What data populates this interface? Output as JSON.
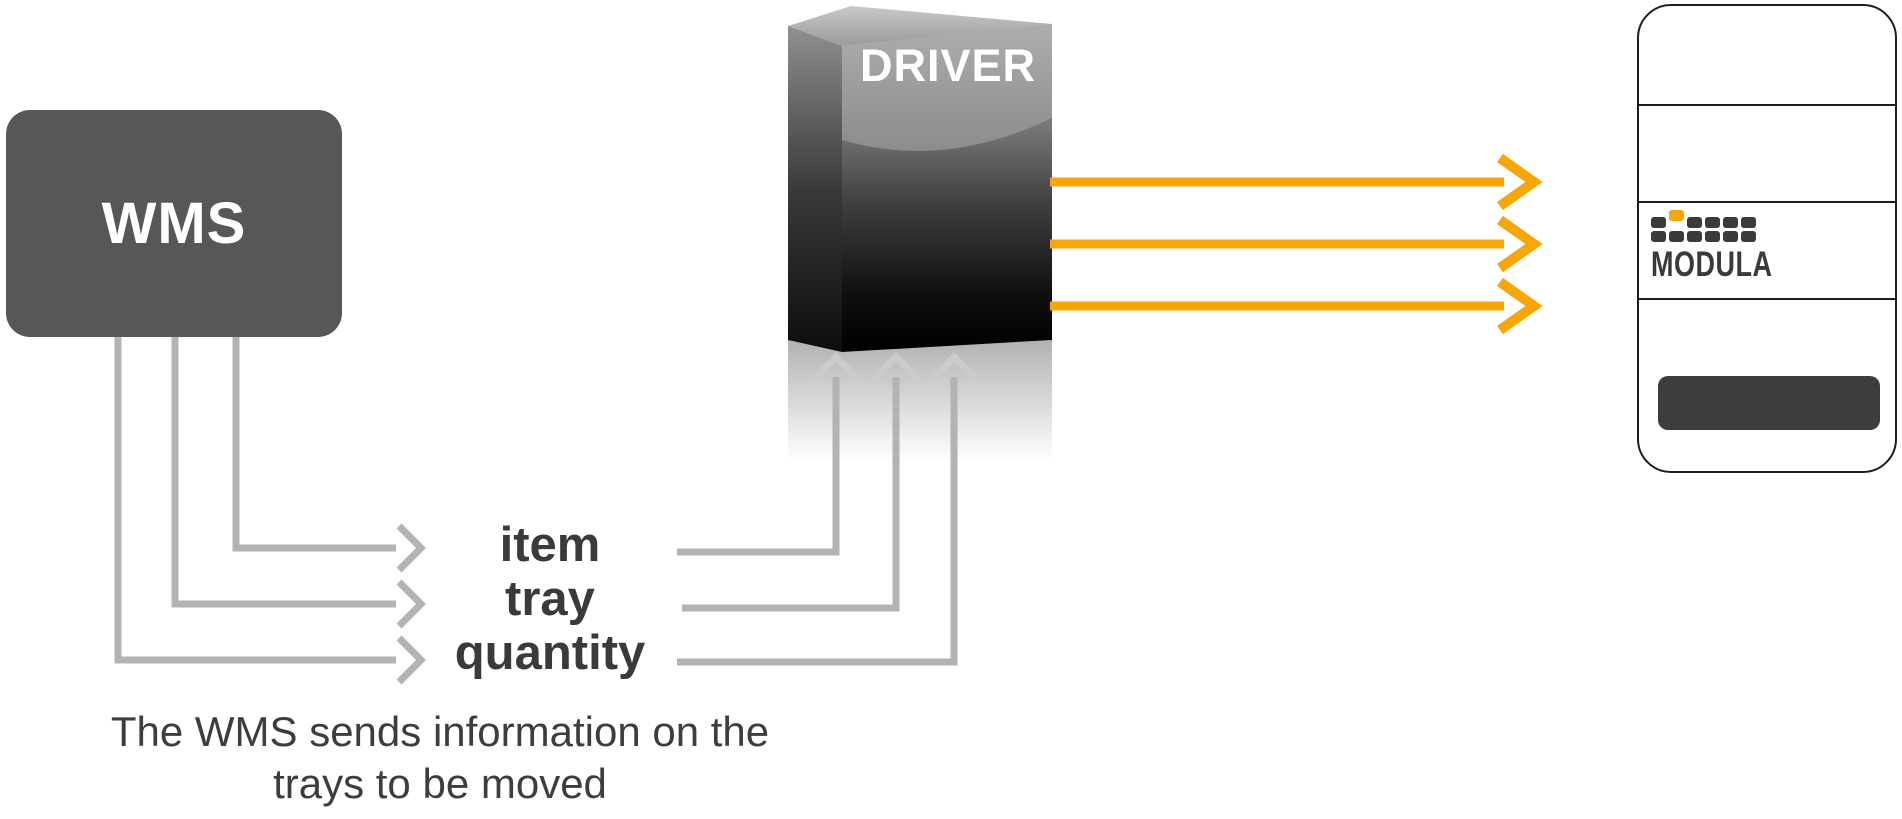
{
  "wms": {
    "label": "WMS"
  },
  "driver": {
    "label": "DRIVER"
  },
  "flow_labels": [
    {
      "text": "item"
    },
    {
      "text": "tray"
    },
    {
      "text": "quantity"
    }
  ],
  "caption": {
    "line1": "The WMS sends information on the",
    "line2": "trays to be moved"
  },
  "modula": {
    "brand": "MODULA"
  },
  "colors": {
    "orange_accent": "#F7A605",
    "connector_gray": "#B3B3B3",
    "wms_box_dark": "#575756",
    "label_text_dark": "#3A3A3A",
    "bay_dark": "#3D3D3D",
    "unit_outline": "#1D1D1B"
  }
}
